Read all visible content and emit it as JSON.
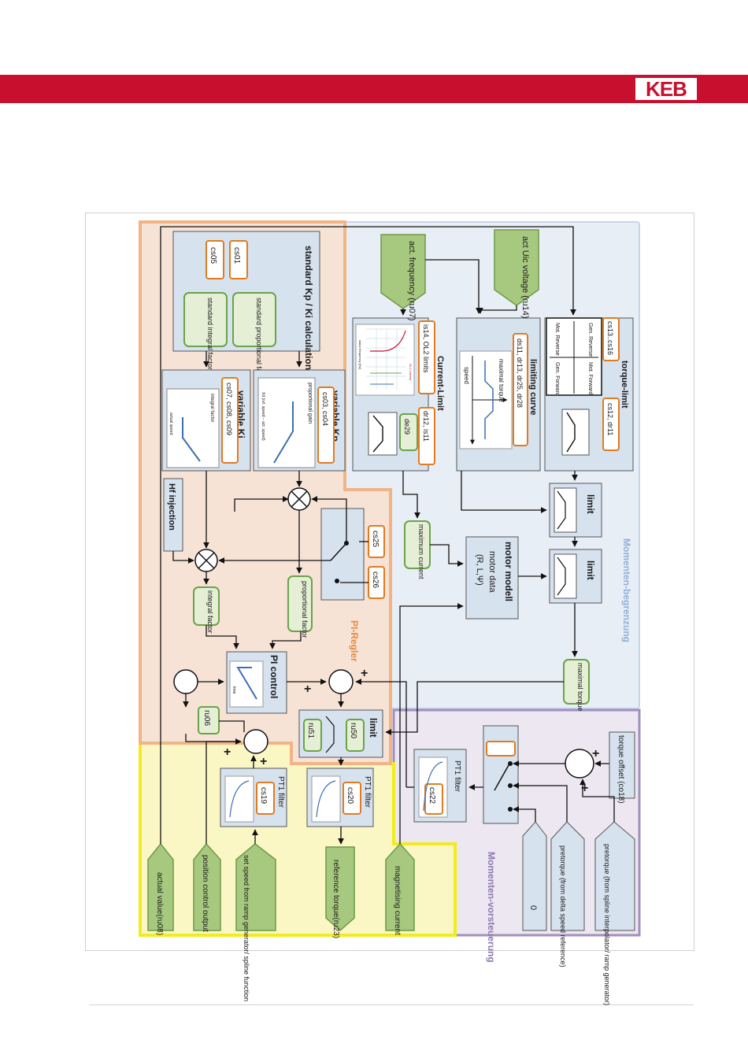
{
  "brand": {
    "logo_text": "KEB",
    "color": "#c8102e"
  },
  "regions": {
    "pi_regler": "PI-Regler",
    "momenten_begrenzung": "Momenten-begrenzung",
    "momenten_vorsteuerung": "Momenten-vorsteuerung"
  },
  "blocks": {
    "standard_kpki": {
      "title": "standard Kp / Ki calculation",
      "params": [
        "cs01",
        "cs05"
      ],
      "outputs": [
        "standard proportional factor",
        "standard integral factor"
      ]
    },
    "variable_kp": {
      "title": "variable Kp",
      "params": "cs03, cs04",
      "graph_title": "proportional gain",
      "graph_xlabel": "Xd (ref. speed – act. speed)"
    },
    "variable_ki": {
      "title": "variable Ki",
      "params": "cs07, cs08, cs09",
      "graph_title": "integral factor",
      "graph_xlabel": "actual speed"
    },
    "hf_injection": "Hf injection",
    "switch_params": [
      "cs25",
      "cs26"
    ],
    "proportional_factor": "proportional factor",
    "integral_factor": "integral factor",
    "pi_control": {
      "title": "PI control",
      "axis": "time"
    },
    "limit_pi": {
      "title": "limit",
      "params": [
        "ru50",
        "ru51"
      ]
    },
    "ru06": "ru06",
    "pt1_left": {
      "title": "PT1 filter",
      "param": "cs19"
    },
    "pt1_right": {
      "title": "PT1 filter",
      "param": "cs20"
    },
    "pt1_feed": {
      "title": "PT1 filter",
      "param": "cs22"
    },
    "current_limit": {
      "title": "Current-Limit",
      "params_a": "is14, OL2 limits",
      "params_b": "dr12, is11",
      "param_c": "de29"
    },
    "limiting_curve": {
      "title": "limiting curve",
      "params": "ds11, dr13, dr25, dr28",
      "graph_y": "maximal torque",
      "graph_x": "speed"
    },
    "torque_limit": {
      "title": "torque-limit",
      "params_a": "cs13..cs16",
      "params_b": "cs12, dr11",
      "quadrants": [
        "Gen. Reverse",
        "Mot. Forward",
        "Mot. Reverse",
        "Gen. Forward"
      ]
    },
    "limit_1": "limit",
    "limit_2": "limit",
    "motor_model": {
      "title": "motor modell",
      "line1": "motor data",
      "line2": "(R, L,Ψ)"
    },
    "maximum_current": "maximum current",
    "maximal_torque": "maximal torque",
    "torque_offset": "torque offset (co18)",
    "zero": "0"
  },
  "inputs": {
    "act_frequency": "act. frequency (ru07)",
    "act_uic": "act Uic voltage (ru14)",
    "actual_value": "actual value(ru08)",
    "position_control": "position control output",
    "set_speed": "set speed from ramp generator/ spline function",
    "reference_torque": "reference torque(ru23)",
    "magnetising_current": "magnetising current",
    "pretorque_spline": "pretorque (from spline interpolator/ ramp generator)",
    "pretorque_delta": "pretorque (from delta speed reference)"
  },
  "signs": {
    "plus": "+"
  },
  "ol_graph": {
    "legend": "OL2 current",
    "xlabel": "stator frequency [Hz]",
    "yticks": [
      "100 %",
      "150 %",
      "200 %",
      "250 %"
    ],
    "xticks": [
      "0",
      "10",
      "20",
      "30",
      "40",
      "50"
    ]
  }
}
